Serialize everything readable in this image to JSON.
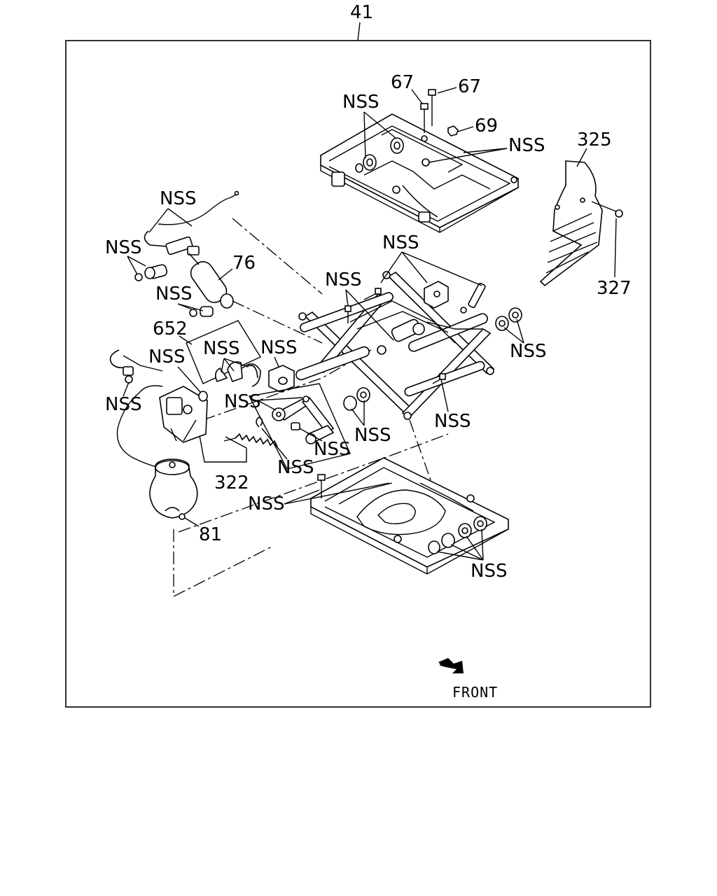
{
  "assembly_label": "41",
  "front_label": "FRONT",
  "callouts": {
    "c67a": "67",
    "c67b": "67",
    "c69": "69",
    "c325": "325",
    "c327": "327",
    "c76": "76",
    "c652": "652",
    "c322": "322",
    "c81": "81",
    "nss": "NSS"
  }
}
